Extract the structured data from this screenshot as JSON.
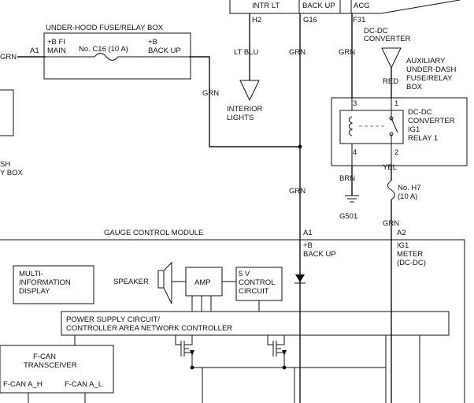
{
  "top": {
    "intr_lt": "INTR LT",
    "back_up": "BACK UP",
    "acg": "ACG",
    "h2": "H2",
    "g16": "G16",
    "f31": "F31"
  },
  "fuse_box": {
    "title": "UNDER-HOOD FUSE/RELAY BOX",
    "a1": "A1",
    "b_fi_main_1": "+B FI",
    "b_fi_main_2": "MAIN",
    "fuse": "No. C16 (10 A)",
    "b_back_up_1": "+B",
    "b_back_up_2": "BACK UP",
    "grn_left": "GRN"
  },
  "left_partial": {
    "line1": "SH",
    "line2": "Y BOX"
  },
  "wires": {
    "lt_blu": "LT BLU",
    "grn_1": "GRN",
    "grn_2": "GRN",
    "grn_interior": "GRN",
    "grn_mid": "GRN",
    "red": "RED",
    "yel": "YEL",
    "brn": "BRN",
    "grn_fuse": "GRN"
  },
  "interior_lights": {
    "line1": "INTERIOR",
    "line2": "LIGHTS"
  },
  "dcdc_converter": {
    "line1": "DC-DC",
    "line2": "CONVERTER"
  },
  "aux_box": {
    "line1": "AUXILIARY",
    "line2": "UNDER-DASH",
    "line3": "FUSE/RELAY",
    "line4": "BOX"
  },
  "relay": {
    "pin3": "3",
    "pin1": "1",
    "pin4": "4",
    "pin2": "2",
    "line1": "DC-DC",
    "line2": "CONVERTER",
    "line3": "IG1",
    "line4": "RELAY 1"
  },
  "fuse_h7": {
    "line1": "No. H7",
    "line2": "(10 A)"
  },
  "ground": "G501",
  "gcm": {
    "title": "GAUGE CONTROL MODULE",
    "a1": "A1",
    "a2": "A2",
    "back_up_1": "+B",
    "back_up_2": "BACK UP",
    "ig1_1": "IG1",
    "ig1_2": "METER",
    "ig1_3": "(DC-DC)",
    "mid_1": "MULTI-",
    "mid_2": "INFORMATION",
    "mid_3": "DISPLAY",
    "speaker": "SPEAKER",
    "amp": "AMP",
    "ctrl_1": "5 V",
    "ctrl_2": "CONTROL",
    "ctrl_3": "CIRCUIT",
    "psc_1": "POWER SUPPLY CIRCUIT/",
    "psc_2": "CONTROLLER AREA NETWORK CONTROLLER",
    "fcan_1": "F-CAN",
    "fcan_2": "TRANSCEIVER",
    "fcan_h": "F-CAN A_H",
    "fcan_l": "F-CAN A_L"
  }
}
